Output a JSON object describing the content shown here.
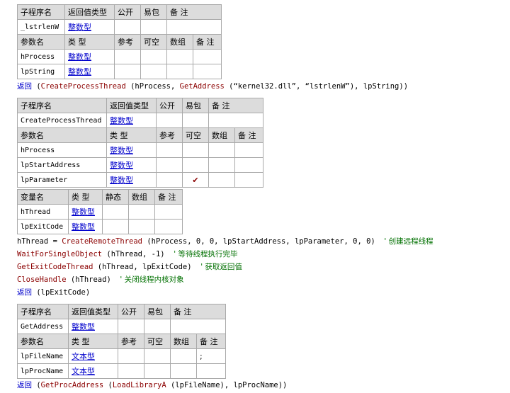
{
  "t1": {
    "sub_headers": [
      "子程序名",
      "返回值类型",
      "公开",
      "易包",
      "备 注"
    ],
    "sub_row": {
      "name": "_lstrlenW",
      "ret_type": "整数型"
    },
    "param_headers": [
      "参数名",
      "类 型",
      "参考",
      "可空",
      "数组",
      "备 注"
    ],
    "params": [
      {
        "name": "hProcess",
        "type": "整数型"
      },
      {
        "name": "lpString",
        "type": "整数型"
      }
    ]
  },
  "line1": {
    "kw": "返回",
    "pre": " (",
    "fn1": "CreateProcessThread",
    "mid1": " (hProcess, ",
    "fn2": "GetAddress",
    "mid2": " (“kernel32.dll”, “lstrlenW”), lpString))"
  },
  "t2": {
    "sub_headers": [
      "子程序名",
      "返回值类型",
      "公开",
      "易包",
      "备 注"
    ],
    "sub_row": {
      "name": "CreateProcessThread",
      "ret_type": "整数型"
    },
    "param_headers": [
      "参数名",
      "类 型",
      "参考",
      "可空",
      "数组",
      "备 注"
    ],
    "params": [
      {
        "name": "hProcess",
        "type": "整数型",
        "nullable": ""
      },
      {
        "name": "lpStartAddress",
        "type": "整数型",
        "nullable": ""
      },
      {
        "name": "lpParameter",
        "type": "整数型",
        "nullable": "✔"
      }
    ]
  },
  "t3": {
    "headers": [
      "变量名",
      "类 型",
      "静态",
      "数组",
      "备 注"
    ],
    "vars": [
      {
        "name": "hThread",
        "type": "整数型"
      },
      {
        "name": "lpExitCode",
        "type": "整数型"
      }
    ]
  },
  "code": {
    "l1_pre": "hThread = ",
    "l1_fn": "CreateRemoteThread",
    "l1_args": " (hProcess, 0, 0, lpStartAddress, lpParameter, 0, 0)  ",
    "l1_cm": "' 创建远程线程",
    "l2_fn": "WaitForSingleObject",
    "l2_args": " (hThread, -1)  ",
    "l2_cm": "' 等待线程执行完毕",
    "l3_fn": "GetExitCodeThread",
    "l3_args": " (hThread, lpExitCode)  ",
    "l3_cm": "' 获取返回值",
    "l4_fn": "CloseHandle",
    "l4_args": " (hThread)  ",
    "l4_cm": "' 关闭线程内核对象",
    "l5_kw": "返回",
    "l5_args": " (lpExitCode)"
  },
  "t4": {
    "sub_headers": [
      "子程序名",
      "返回值类型",
      "公开",
      "易包",
      "备 注"
    ],
    "sub_row": {
      "name": "GetAddress",
      "ret_type": "整数型"
    },
    "param_headers": [
      "参数名",
      "类 型",
      "参考",
      "可空",
      "数组",
      "备 注"
    ],
    "params": [
      {
        "name": "lpFileName",
        "type": "文本型",
        "note": ";"
      },
      {
        "name": "lpProcName",
        "type": "文本型",
        "note": ""
      }
    ]
  },
  "line_end": {
    "kw": "返回",
    "pre": " (",
    "fn1": "GetProcAddress",
    "mid1": " (",
    "fn2": "LoadLibraryA",
    "mid2": " (lpFileName), lpProcName))"
  }
}
